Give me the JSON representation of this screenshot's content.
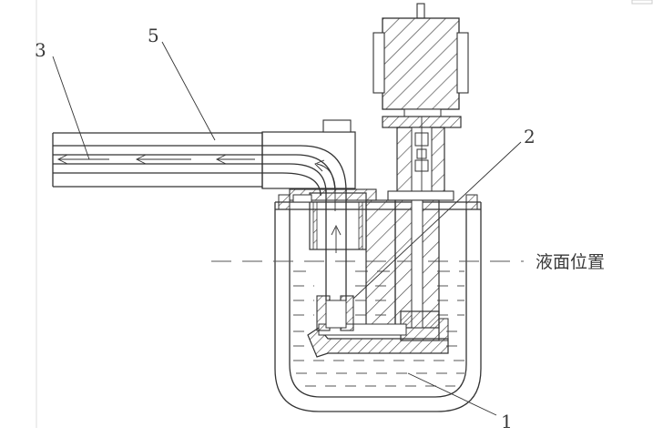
{
  "labels": {
    "part_1": "1",
    "part_2": "2",
    "part_3": "3",
    "part_5": "5",
    "liquid_level": "液面位置"
  },
  "colors": {
    "line": "#333333",
    "background": "#ffffff"
  }
}
